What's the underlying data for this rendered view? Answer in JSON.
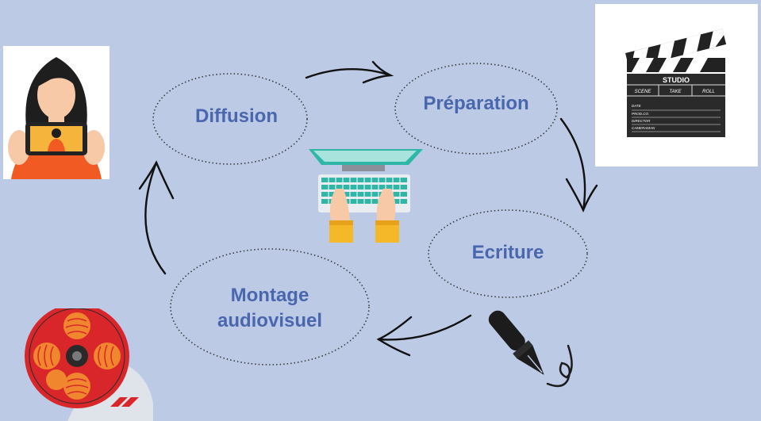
{
  "diagram": {
    "nodes": [
      {
        "id": "diffusion",
        "label": "Diffusion"
      },
      {
        "id": "preparation",
        "label": "Préparation"
      },
      {
        "id": "ecriture",
        "label": "Ecriture"
      },
      {
        "id": "montage",
        "label_line1": "Montage",
        "label_line2": "audiovisuel"
      }
    ],
    "cycle_order": [
      "diffusion",
      "preparation",
      "ecriture",
      "montage",
      "diffusion"
    ]
  },
  "clapperboard": {
    "title": "STUDIO",
    "col1": "SCENE",
    "col2": "TAKE",
    "col3": "ROLL",
    "row1": "DATE",
    "row2": "PROD.CO.",
    "row3": "DIRECTOR",
    "row4": "CAMERAMAN"
  },
  "colors": {
    "background": "#bccae6",
    "label_text": "#4a67ad",
    "ellipse_dots": "#3a3a3a",
    "arrow": "#111111",
    "reel_red": "#d8262a",
    "reel_orange": "#f0862e"
  },
  "icons": [
    "woman-phone-icon",
    "clapperboard-icon",
    "laptop-typing-icon",
    "fountain-pen-icon",
    "film-reel-icon"
  ]
}
